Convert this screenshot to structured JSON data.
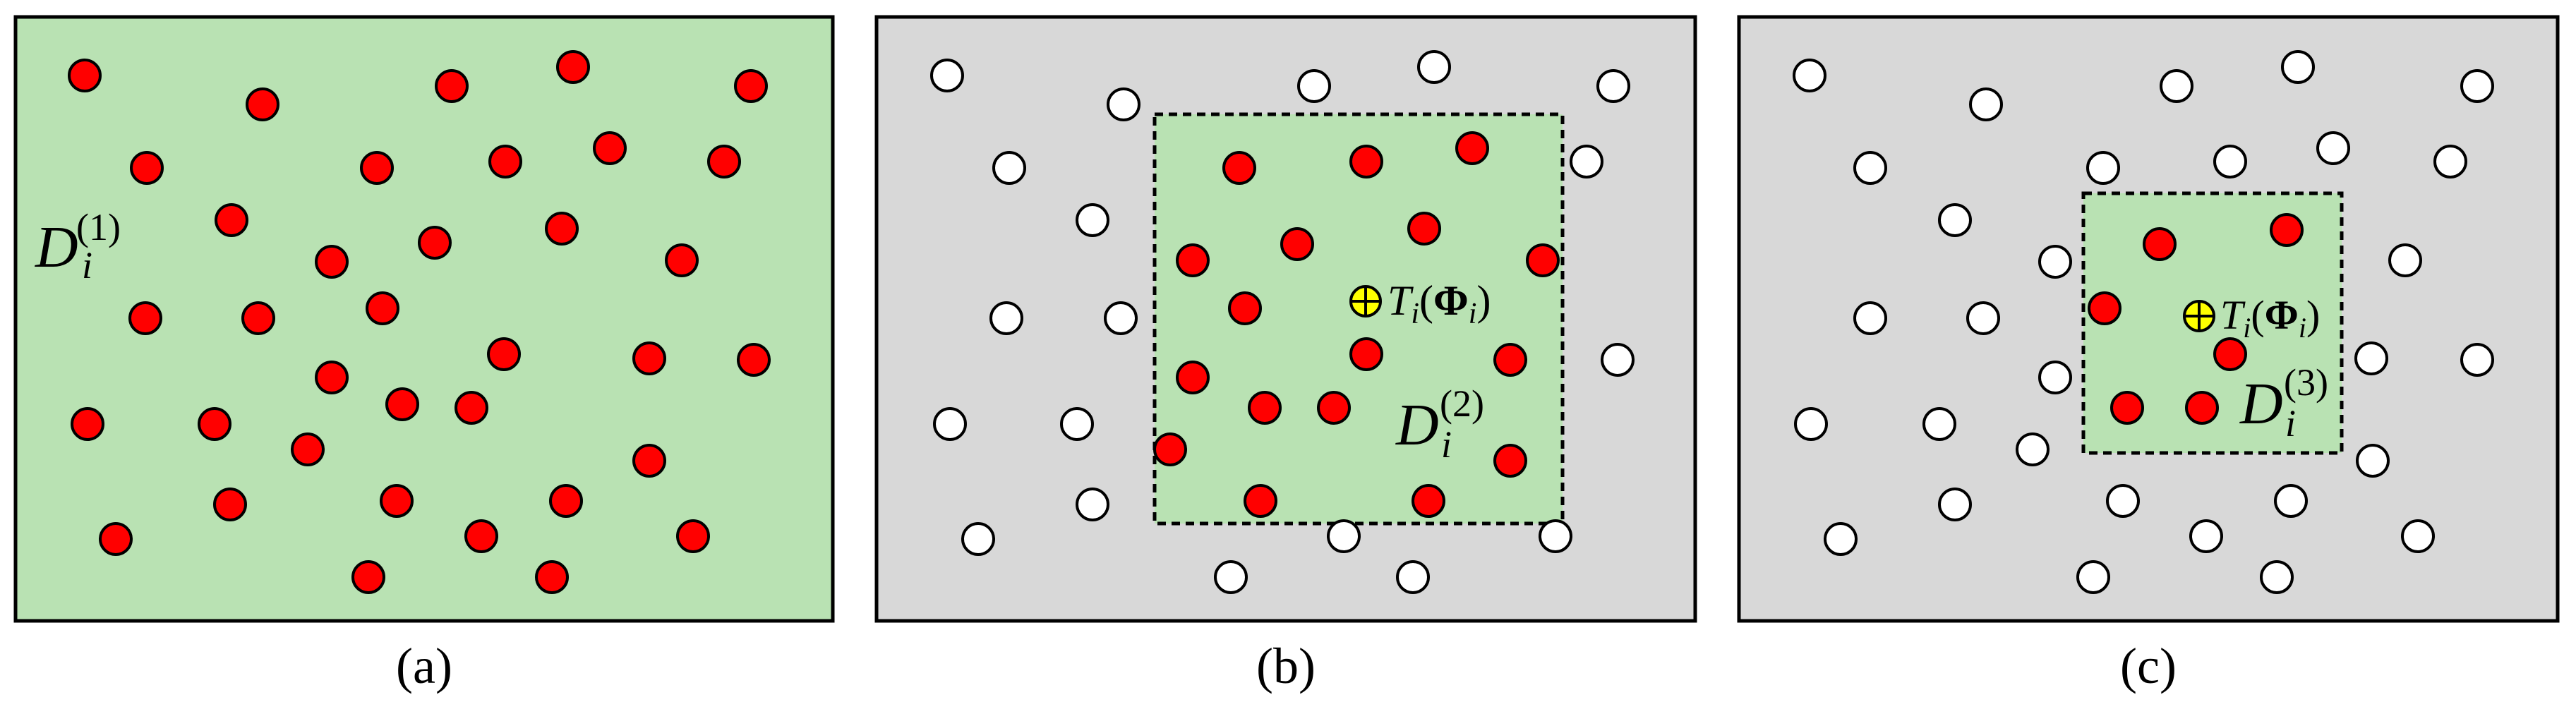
{
  "colors": {
    "green_region": "#b9e2b3",
    "gray_region": "#d8d8d8",
    "red_dot": "#ff0000",
    "white_dot": "#ffffff",
    "center_marker": "#ffff00",
    "stroke": "#000000"
  },
  "panels": [
    {
      "caption": "(a)",
      "label": {
        "base": "D",
        "sub": "i",
        "sup": "(1)"
      }
    },
    {
      "caption": "(b)",
      "label": {
        "base": "D",
        "sub": "i",
        "sup": "(2)"
      },
      "marker": {
        "T": "T",
        "sub": "i",
        "open": "(",
        "Phi": "Φ",
        "phisub": "i",
        "close": ")"
      }
    },
    {
      "caption": "(c)",
      "label": {
        "base": "D",
        "sub": "i",
        "sup": "(3)"
      },
      "marker": {
        "T": "T",
        "sub": "i",
        "open": "(",
        "Phi": "Φ",
        "phisub": "i",
        "close": ")"
      }
    }
  ]
}
